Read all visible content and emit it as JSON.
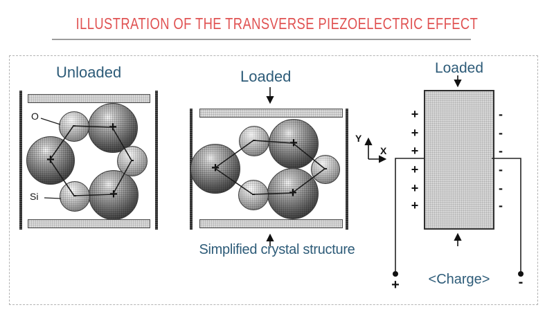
{
  "header": {
    "title": "ILLUSTRATION OF THE TRANSVERSE PIEZOELECTRIC EFFECT"
  },
  "colors": {
    "title_red": "#e05252",
    "label_blue": "#2d5b78"
  },
  "unloaded_panel": {
    "label": "Unloaded",
    "oxygen_label": "O",
    "silicon_label": "Si",
    "spheres": [
      {
        "position": "top-right",
        "size": "large",
        "sign": "+"
      },
      {
        "position": "bottom-right",
        "size": "large",
        "sign": "+"
      },
      {
        "position": "top-left",
        "size": "small",
        "sign": "-"
      },
      {
        "position": "bottom-left",
        "size": "small",
        "sign": "-"
      },
      {
        "position": "right",
        "size": "small",
        "sign": "-"
      },
      {
        "position": "left",
        "size": "large",
        "sign": "+"
      }
    ]
  },
  "loaded_panel": {
    "label": "Loaded",
    "caption": "Simplified crystal structure",
    "spheres": [
      {
        "position": "top-right",
        "size": "large",
        "sign": "+"
      },
      {
        "position": "bottom-right",
        "size": "large",
        "sign": "+"
      },
      {
        "position": "top-left",
        "size": "small",
        "sign": "-"
      },
      {
        "position": "bottom-left",
        "size": "small",
        "sign": "-"
      },
      {
        "position": "right",
        "size": "small",
        "sign": "-"
      },
      {
        "position": "left",
        "size": "large",
        "sign": "+"
      }
    ]
  },
  "charge_panel": {
    "label": "Loaded",
    "caption": "<Charge>",
    "axis_y": "Y",
    "axis_x": "X",
    "surface_left_signs": [
      "+",
      "+",
      "+",
      "+",
      "+",
      "+"
    ],
    "surface_right_signs": [
      "-",
      "-",
      "-",
      "-",
      "-",
      "-"
    ],
    "terminal_left": "+",
    "terminal_right": "-"
  }
}
